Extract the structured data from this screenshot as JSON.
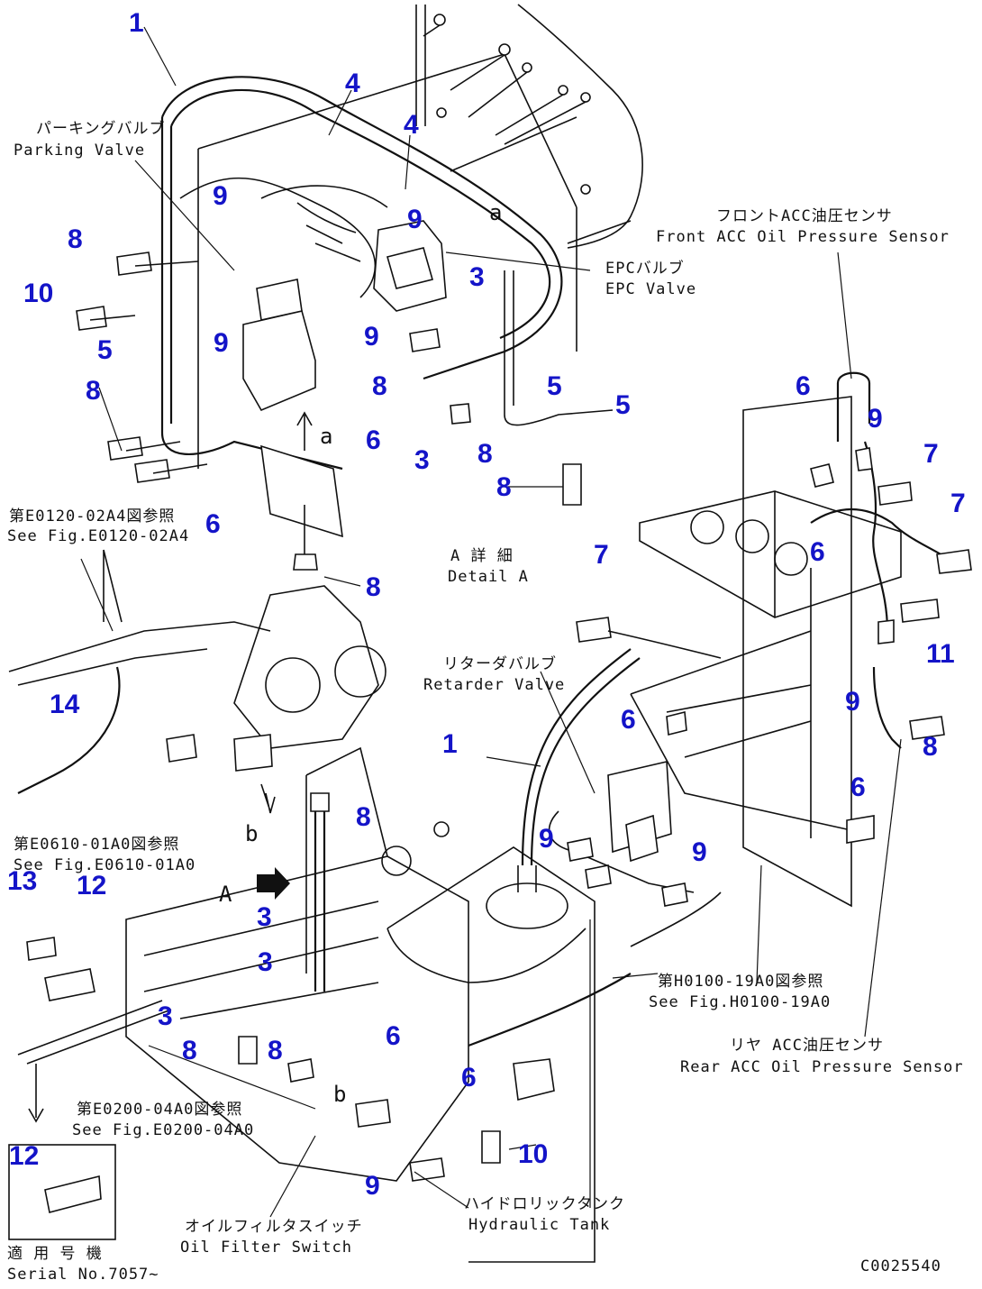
{
  "colors": {
    "callout": "#1414c8",
    "line": "#111111",
    "background": "#ffffff"
  },
  "callouts": [
    {
      "n": "1"
    },
    {
      "n": "4"
    },
    {
      "n": "4"
    },
    {
      "n": "9"
    },
    {
      "n": "9"
    },
    {
      "n": "8"
    },
    {
      "n": "10"
    },
    {
      "n": "5"
    },
    {
      "n": "9"
    },
    {
      "n": "9"
    },
    {
      "n": "3"
    },
    {
      "n": "8"
    },
    {
      "n": "8"
    },
    {
      "n": "3"
    },
    {
      "n": "8"
    },
    {
      "n": "5"
    },
    {
      "n": "5"
    },
    {
      "n": "8"
    },
    {
      "n": "6"
    },
    {
      "n": "6"
    },
    {
      "n": "8"
    },
    {
      "n": "6"
    },
    {
      "n": "9"
    },
    {
      "n": "7"
    },
    {
      "n": "7"
    },
    {
      "n": "6"
    },
    {
      "n": "7"
    },
    {
      "n": "11"
    },
    {
      "n": "6"
    },
    {
      "n": "9"
    },
    {
      "n": "8"
    },
    {
      "n": "6"
    },
    {
      "n": "14"
    },
    {
      "n": "1"
    },
    {
      "n": "8"
    },
    {
      "n": "9"
    },
    {
      "n": "9"
    },
    {
      "n": "13"
    },
    {
      "n": "12"
    },
    {
      "n": "3"
    },
    {
      "n": "3"
    },
    {
      "n": "3"
    },
    {
      "n": "8"
    },
    {
      "n": "8"
    },
    {
      "n": "6"
    },
    {
      "n": "6"
    },
    {
      "n": "10"
    },
    {
      "n": "9"
    },
    {
      "n": "12"
    }
  ],
  "labels": {
    "parking_valve_jp": "パーキングバルブ",
    "parking_valve_en": "Parking Valve",
    "epc_valve_jp": "EPCバルブ",
    "epc_valve_en": "EPC Valve",
    "front_sensor_jp": "フロントACC油圧センサ",
    "front_sensor_en": "Front ACC Oil Pressure Sensor",
    "detail_jp": "A 詳 細",
    "detail_en": "Detail A",
    "retarder_jp": "リターダバルブ",
    "retarder_en": "Retarder Valve",
    "fig_e0120_jp": "第E0120-02A4図参照",
    "fig_e0120_en": "See Fig.E0120-02A4",
    "fig_e0610_jp": "第E0610-01A0図参照",
    "fig_e0610_en": "See Fig.E0610-01A0",
    "fig_h0100_jp": "第H0100-19A0図参照",
    "fig_h0100_en": "See Fig.H0100-19A0",
    "fig_e0200_jp": "第E0200-04A0図参照",
    "fig_e0200_en": "See Fig.E0200-04A0",
    "rear_sensor_jp": "リヤ ACC油圧センサ",
    "rear_sensor_en": "Rear ACC Oil Pressure Sensor",
    "oil_filter_jp": "オイルフィルタスイッチ",
    "oil_filter_en": "Oil Filter Switch",
    "hyd_tank_jp": "ハイドロリックタンク",
    "hyd_tank_en": "Hydraulic Tank",
    "serial_jp": "適 用 号 機",
    "serial_en": "Serial No.7057~",
    "view_a1": "a",
    "view_a2": "a",
    "view_b1": "b",
    "view_b2": "b",
    "view_A": "A",
    "code": "C0025540"
  }
}
